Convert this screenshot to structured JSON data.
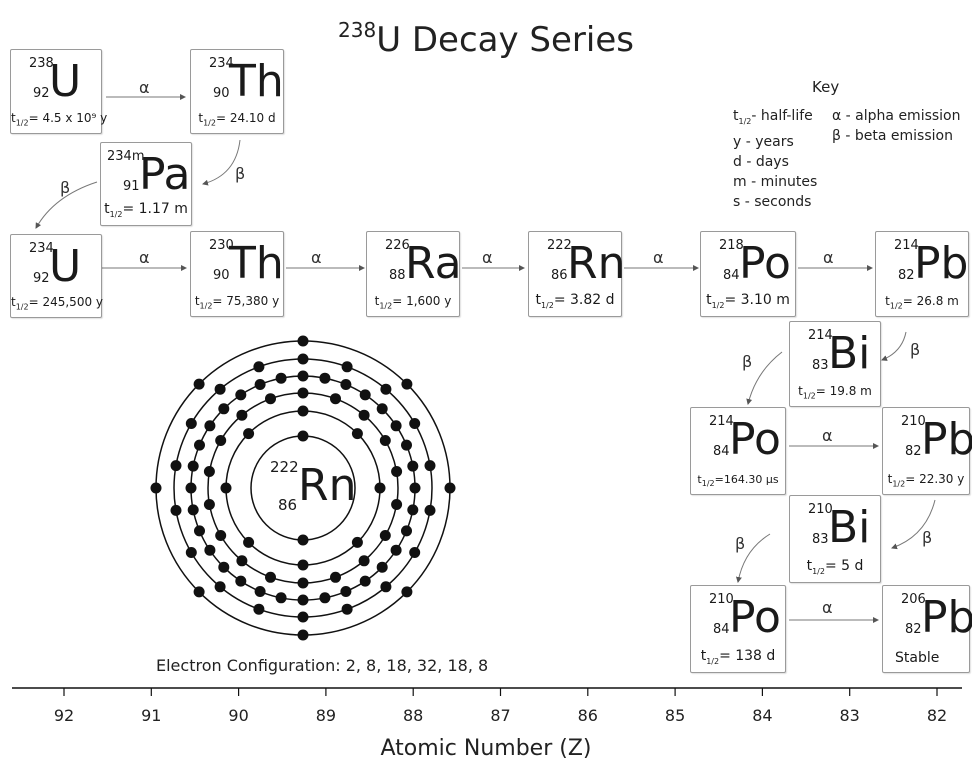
{
  "title": {
    "mass": "238",
    "text": "U Decay Series"
  },
  "key": {
    "title": "Key",
    "half_life_sym": "t",
    "half_life_sub": "1/2",
    "half_life_text": "- half-life",
    "years": "y - years",
    "days": "d - days",
    "minutes": "m - minutes",
    "seconds": "s - seconds",
    "alpha": "α - alpha emission",
    "beta": "β - beta emission"
  },
  "nuclides": [
    {
      "id": "u238",
      "mass": "238",
      "symbol": "U",
      "z": "92",
      "half_life": "= 4.5 x 10⁹ y"
    },
    {
      "id": "th234",
      "mass": "234",
      "symbol": "Th",
      "z": "90",
      "half_life": "= 24.10 d"
    },
    {
      "id": "pa234",
      "mass": "234m",
      "symbol": "Pa",
      "z": "91",
      "half_life": "= 1.17 m"
    },
    {
      "id": "u234",
      "mass": "234",
      "symbol": "U",
      "z": "92",
      "half_life": "= 245,500 y"
    },
    {
      "id": "th230",
      "mass": "230",
      "symbol": "Th",
      "z": "90",
      "half_life": "= 75,380 y"
    },
    {
      "id": "ra226",
      "mass": "226",
      "symbol": "Ra",
      "z": "88",
      "half_life": "= 1,600 y"
    },
    {
      "id": "rn222",
      "mass": "222",
      "symbol": "Rn",
      "z": "86",
      "half_life": "= 3.82 d"
    },
    {
      "id": "po218",
      "mass": "218",
      "symbol": "Po",
      "z": "84",
      "half_life": "= 3.10 m"
    },
    {
      "id": "pb214",
      "mass": "214",
      "symbol": "Pb",
      "z": "82",
      "half_life": "= 26.8 m"
    },
    {
      "id": "bi214",
      "mass": "214",
      "symbol": "Bi",
      "z": "83",
      "half_life": "= 19.8 m"
    },
    {
      "id": "po214",
      "mass": "214",
      "symbol": "Po",
      "z": "84",
      "half_life": "=164.30 µs"
    },
    {
      "id": "pb210",
      "mass": "210",
      "symbol": "Pb",
      "z": "82",
      "half_life": "= 22.30 y"
    },
    {
      "id": "bi210",
      "mass": "210",
      "symbol": "Bi",
      "z": "83",
      "half_life": "= 5 d"
    },
    {
      "id": "po210",
      "mass": "210",
      "symbol": "Po",
      "z": "84",
      "half_life": "= 138 d"
    },
    {
      "id": "pb206",
      "mass": "206",
      "symbol": "Pb",
      "z": "82",
      "half_life": "Stable"
    }
  ],
  "decays": {
    "alpha": "α",
    "beta": "β"
  },
  "center_atom": {
    "mass": "222",
    "z": "86",
    "symbol": "Rn",
    "shells": [
      2,
      8,
      18,
      32,
      18,
      8
    ]
  },
  "electron_configuration": "Electron Configuration: 2, 8, 18, 32, 18, 8",
  "axis": {
    "label": "Atomic Number (Z)",
    "ticks": [
      "92",
      "91",
      "90",
      "89",
      "88",
      "87",
      "86",
      "85",
      "84",
      "83",
      "82"
    ]
  }
}
